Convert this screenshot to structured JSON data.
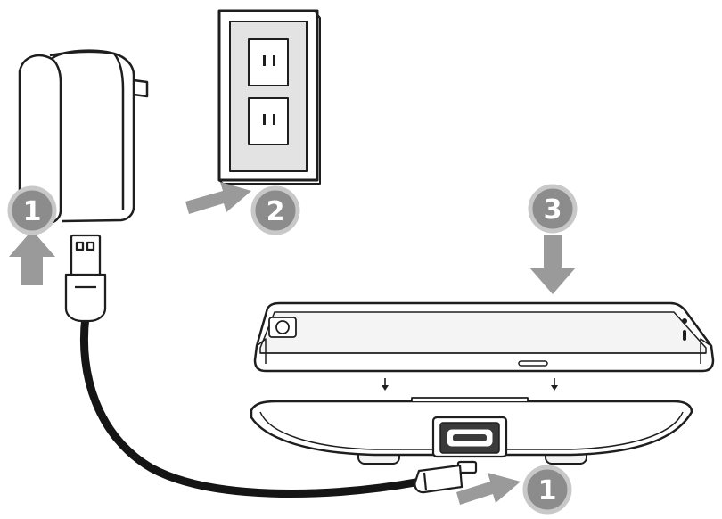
{
  "diagram": {
    "steps": [
      {
        "label": "1",
        "target": "usb-plug-into-adapter"
      },
      {
        "label": "2",
        "target": "adapter-into-wall-outlet"
      },
      {
        "label": "3",
        "target": "phone-onto-dock"
      },
      {
        "label": "1",
        "target": "micro-usb-into-dock"
      }
    ]
  },
  "colors": {
    "line": "#1e1e1e",
    "arrow": "#9a9a9a",
    "badge_fill": "#8c8c8c",
    "badge_ring": "#c8c8c8",
    "cable": "#151515",
    "outlet_panel": "#e3e3e3"
  }
}
